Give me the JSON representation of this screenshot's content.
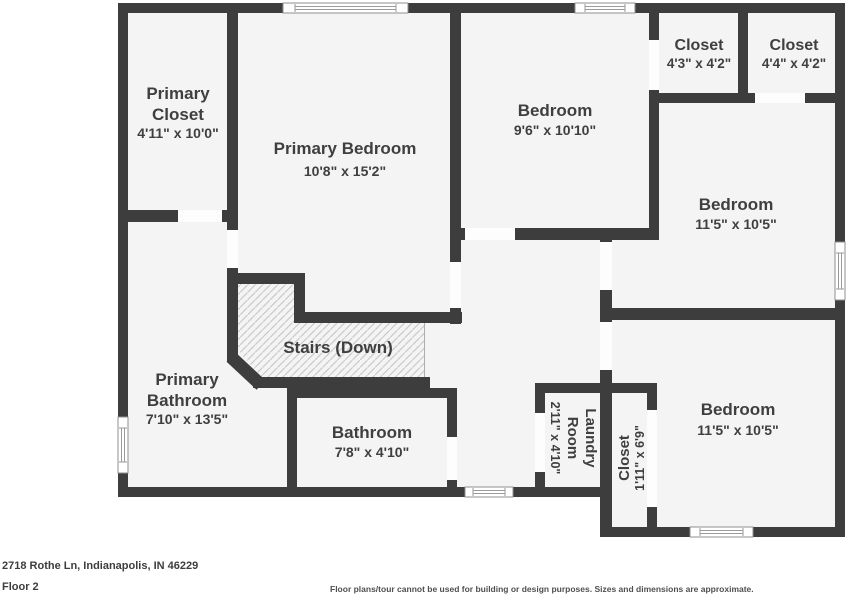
{
  "floor_plan": {
    "rooms": {
      "primary_closet": {
        "name": "Primary Closet",
        "name_line1": "Primary",
        "name_line2": "Closet",
        "dims": "4'11\" x 10'0\""
      },
      "primary_bedroom": {
        "name": "Primary Bedroom",
        "dims": "10'8\" x 15'2\""
      },
      "bedroom_top": {
        "name": "Bedroom",
        "dims": "9'6\" x 10'10\""
      },
      "closet_top_left": {
        "name": "Closet",
        "dims": "4'3\" x 4'2\""
      },
      "closet_top_right": {
        "name": "Closet",
        "dims": "4'4\" x 4'2\""
      },
      "bedroom_right_upper": {
        "name": "Bedroom",
        "dims": "11'5\" x 10'5\""
      },
      "stairs": {
        "name": "Stairs (Down)"
      },
      "primary_bathroom": {
        "name": "Primary Bathroom",
        "name_line1": "Primary",
        "name_line2": "Bathroom",
        "dims": "7'10\" x 13'5\""
      },
      "bathroom": {
        "name": "Bathroom",
        "dims": "7'8\" x 4'10\""
      },
      "laundry": {
        "name": "Laundry Room",
        "name_line1": "Laundry",
        "name_line2": "Room",
        "dims": "2'11\" x 4'10\""
      },
      "closet_hall": {
        "name": "Closet",
        "dims": "1'11\" x 6'9\""
      },
      "bedroom_right_lower": {
        "name": "Bedroom",
        "dims": "11'5\" x 10'5\""
      }
    },
    "colors": {
      "wall": "#3d3d3d",
      "floor": "#f4f4f4",
      "background": "#ffffff",
      "hatch_line": "#c9c9c9",
      "label_text": "#3f3f3f",
      "window_frame": "#8f8f8f"
    }
  },
  "footer": {
    "address": "2718 Rothe Ln, Indianapolis, IN 46229",
    "floor": "Floor 2",
    "disclaimer": "Floor plans/tour cannot be used for building or design purposes. Sizes and dimensions are approximate."
  }
}
